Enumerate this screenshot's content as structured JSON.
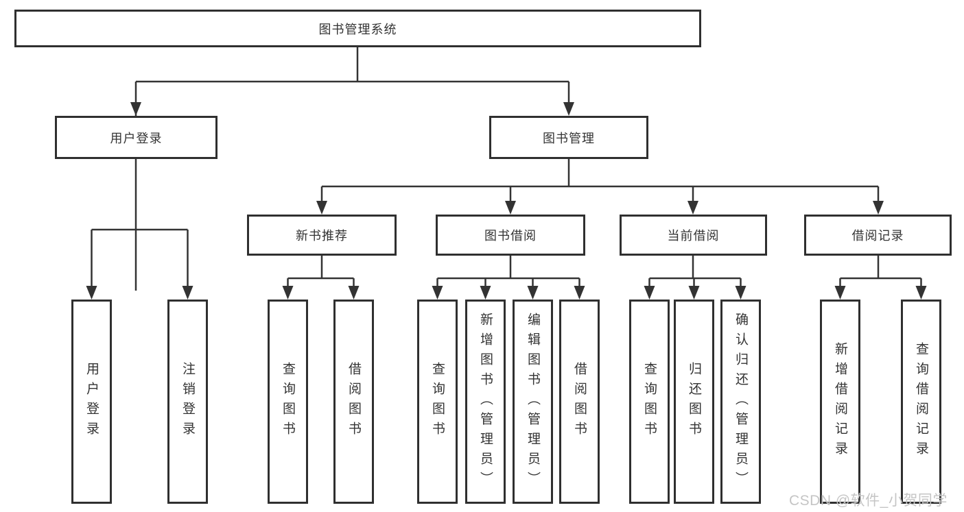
{
  "diagram": {
    "root_label": "图书管理系统",
    "branches": [
      {
        "label": "用户登录",
        "children": [
          "用户登录",
          "注销登录"
        ]
      },
      {
        "label": "图书管理",
        "sub_branches": [
          {
            "label": "新书推荐",
            "children": [
              "查询图书",
              "借阅图书"
            ]
          },
          {
            "label": "图书借阅",
            "children": [
              "查询图书",
              "新增图书（管理员）",
              "编辑图书（管理员）",
              "借阅图书"
            ]
          },
          {
            "label": "当前借阅",
            "children": [
              "查询图书",
              "归还图书",
              "确认归还（管理员）"
            ]
          },
          {
            "label": "借阅记录",
            "children": [
              "新增借阅记录",
              "查询借阅记录"
            ]
          }
        ]
      }
    ]
  },
  "watermark": {
    "text": "CSDN @软件_小贺同学"
  },
  "colors": {
    "line": "#333333",
    "text": "#333333",
    "background": "#ffffff",
    "watermark": "#c5c5c5"
  }
}
